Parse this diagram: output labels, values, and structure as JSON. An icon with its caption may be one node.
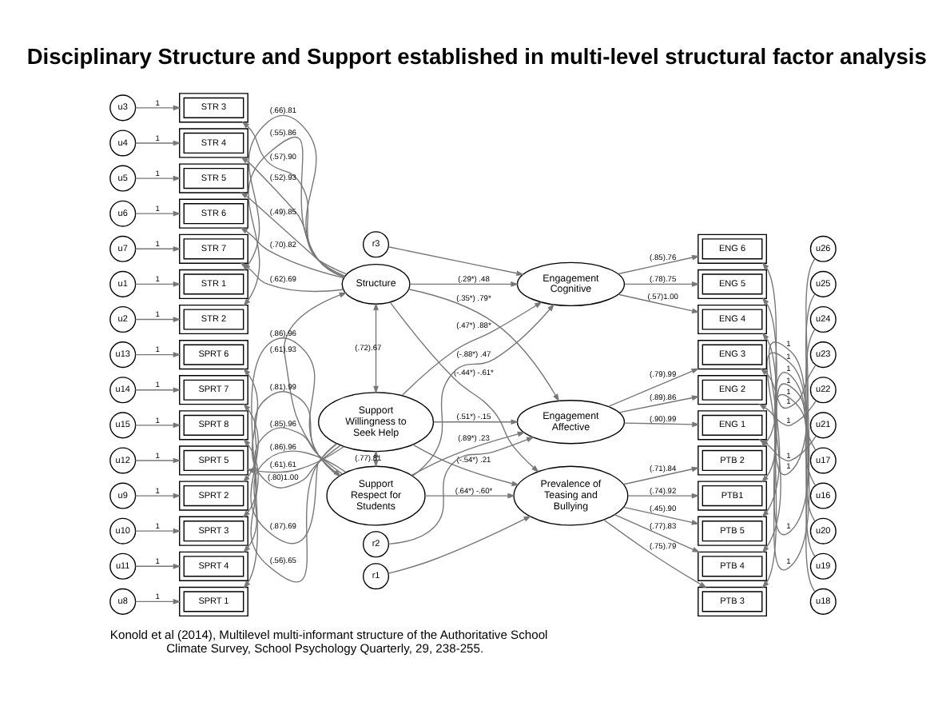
{
  "diagram": {
    "title": "Disciplinary Structure and Support established in multi-level structural factor analysis",
    "caption": "Konold et al (2014), Multilevel multi-informant structure of the Authoritative School Climate Survey, School Psychology Quarterly, 29, 238-255.",
    "nodes": [
      {
        "text": [
          "u1"
        ]
      },
      {
        "text": [
          "u2"
        ]
      },
      {
        "text": [
          "u3"
        ]
      },
      {
        "text": [
          "u4"
        ]
      },
      {
        "text": [
          "u5"
        ]
      },
      {
        "text": [
          "u6"
        ]
      },
      {
        "text": [
          "u7"
        ]
      },
      {
        "text": [
          "u8"
        ]
      },
      {
        "text": [
          "u9"
        ]
      },
      {
        "text": [
          "u10"
        ]
      },
      {
        "text": [
          "u11"
        ]
      },
      {
        "text": [
          "u12"
        ]
      },
      {
        "text": [
          "u13"
        ]
      },
      {
        "text": [
          "u14"
        ]
      },
      {
        "text": [
          "u15"
        ]
      },
      {
        "text": [
          "STR 1"
        ]
      },
      {
        "text": [
          "STR 2"
        ]
      },
      {
        "text": [
          "STR 3"
        ]
      },
      {
        "text": [
          "STR 4"
        ]
      },
      {
        "text": [
          "STR 5"
        ]
      },
      {
        "text": [
          "STR 6"
        ]
      },
      {
        "text": [
          "STR 7"
        ]
      },
      {
        "text": [
          "SPRT 1"
        ]
      },
      {
        "text": [
          "SPRT 2"
        ]
      },
      {
        "text": [
          "SPRT 3"
        ]
      },
      {
        "text": [
          "SPRT 4"
        ]
      },
      {
        "text": [
          "SPRT 5"
        ]
      },
      {
        "text": [
          "SPRT 6"
        ]
      },
      {
        "text": [
          "SPRT 7"
        ]
      },
      {
        "text": [
          "SPRT 8"
        ]
      },
      {
        "text": [
          "Structure"
        ]
      },
      {
        "text": [
          "Support Respect for Students"
        ]
      },
      {
        "text": [
          "Support Willingness to Seek Help"
        ]
      },
      {
        "text": [
          "r1"
        ]
      },
      {
        "text": [
          "Prevalence of Teasing and Bullying"
        ]
      },
      {
        "text": [
          "PTB1"
        ]
      },
      {
        "text": [
          "PTB 2"
        ]
      },
      {
        "text": [
          "PTB 3"
        ]
      },
      {
        "text": [
          "PTB 4"
        ]
      },
      {
        "text": [
          "PTB 5"
        ]
      },
      {
        "text": [
          "u16"
        ]
      },
      {
        "text": [
          "u17"
        ]
      },
      {
        "text": [
          "u18"
        ]
      },
      {
        "text": [
          "u19"
        ]
      },
      {
        "text": [
          "u20"
        ]
      },
      {
        "text": [
          "r2"
        ]
      },
      {
        "text": [
          "Engagement Affective"
        ]
      },
      {
        "text": [
          "ENG 1"
        ]
      },
      {
        "text": [
          "ENG 2"
        ]
      },
      {
        "text": [
          "ENG 3"
        ]
      },
      {
        "text": [
          "u21"
        ]
      },
      {
        "text": [
          "u22"
        ]
      },
      {
        "text": [
          "u23"
        ]
      },
      {
        "text": [
          "r3"
        ]
      },
      {
        "text": [
          "Engagement Cognitive"
        ]
      },
      {
        "text": [
          "ENG 4"
        ]
      },
      {
        "text": [
          "ENG 5"
        ]
      },
      {
        "text": [
          "ENG 6"
        ]
      },
      {
        "text": [
          "u24"
        ]
      },
      {
        "text": [
          "u25"
        ]
      },
      {
        "text": [
          "u26"
        ]
      }
    ],
    "edges": [
      {
        "from": 0,
        "to": 15,
        "arrow": "to",
        "label": "1"
      },
      {
        "from": 1,
        "to": 16,
        "arrow": "to",
        "label": "1"
      },
      {
        "from": 2,
        "to": 17,
        "arrow": "to",
        "label": "1"
      },
      {
        "from": 3,
        "to": 18,
        "arrow": "to",
        "label": "1"
      },
      {
        "from": 4,
        "to": 19,
        "arrow": "to",
        "label": "1"
      },
      {
        "from": 5,
        "to": 20,
        "arrow": "to",
        "label": "1"
      },
      {
        "from": 6,
        "to": 21,
        "arrow": "to",
        "label": "1"
      },
      {
        "from": 7,
        "to": 22,
        "arrow": "to",
        "label": "1"
      },
      {
        "from": 8,
        "to": 23,
        "arrow": "to",
        "label": "1"
      },
      {
        "from": 9,
        "to": 24,
        "arrow": "to",
        "label": "1"
      },
      {
        "from": 10,
        "to": 25,
        "arrow": "to",
        "label": "1"
      },
      {
        "from": 11,
        "to": 26,
        "arrow": "to",
        "label": "1"
      },
      {
        "from": 12,
        "to": 27,
        "arrow": "to",
        "label": "1"
      },
      {
        "from": 13,
        "to": 28,
        "arrow": "to",
        "label": "1"
      },
      {
        "from": 14,
        "to": 29,
        "arrow": "to",
        "label": "1"
      },
      {
        "from": 30,
        "to": 15,
        "arrow": "to",
        "label": "(.66).81"
      },
      {
        "from": 30,
        "to": 16,
        "arrow": "to",
        "label": "(.55).86"
      },
      {
        "from": 30,
        "to": 17,
        "arrow": "to",
        "label": "(.57).90"
      },
      {
        "from": 30,
        "to": 18,
        "arrow": "to",
        "label": "(.52).93"
      },
      {
        "from": 30,
        "to": 19,
        "arrow": "to",
        "label": "(.49).85"
      },
      {
        "from": 30,
        "to": 20,
        "arrow": "to",
        "label": "(.70).82"
      },
      {
        "from": 30,
        "to": 21,
        "arrow": "to",
        "label": "(.62).69"
      },
      {
        "from": 31,
        "to": 22,
        "arrow": "to",
        "label": "(.86).96"
      },
      {
        "from": 31,
        "to": 23,
        "arrow": "to",
        "label": "(.81).99"
      },
      {
        "from": 31,
        "to": 24,
        "arrow": "to",
        "label": "(.85).96"
      },
      {
        "from": 31,
        "to": 25,
        "arrow": "to",
        "label": "(.86).96"
      },
      {
        "from": 32,
        "to": 26,
        "arrow": "to",
        "label": "(.61).61"
      },
      {
        "from": 32,
        "to": 27,
        "arrow": "to",
        "label": "(.80)1.00"
      },
      {
        "from": 32,
        "to": 28,
        "arrow": "to",
        "label": "(.87).69"
      },
      {
        "from": 32,
        "to": 29,
        "arrow": "to",
        "label": "(.56).65"
      },
      {
        "from": 30,
        "to": 31,
        "arrow": "both",
        "label": "(.61).93"
      },
      {
        "from": 30,
        "to": 32,
        "arrow": "both",
        "label": "(.72).67"
      },
      {
        "from": 31,
        "to": 32,
        "arrow": "both",
        "label": "(.77).81"
      },
      {
        "from": 30,
        "to": 34,
        "arrow": "to",
        "label": "(-.44*) -.61*"
      },
      {
        "from": 30,
        "to": 46,
        "arrow": "to",
        "label": "(.35*) .79*"
      },
      {
        "from": 30,
        "to": 54,
        "arrow": "to",
        "label": "(.29*) .48"
      },
      {
        "from": 31,
        "to": 34,
        "arrow": "to",
        "label": "(.64*) -.60*"
      },
      {
        "from": 31,
        "to": 46,
        "arrow": "to",
        "label": "(.89*) .23"
      },
      {
        "from": 31,
        "to": 54,
        "arrow": "to",
        "label": "(-.88*) .47"
      },
      {
        "from": 32,
        "to": 34,
        "arrow": "to",
        "label": "(-.54*) .21"
      },
      {
        "from": 32,
        "to": 46,
        "arrow": "to",
        "label": "(.51*) -.15"
      },
      {
        "from": 32,
        "to": 54,
        "arrow": "to",
        "label": "(.47*) .88*"
      },
      {
        "from": 33,
        "to": 34,
        "arrow": "to"
      },
      {
        "from": 34,
        "to": 35,
        "arrow": "to",
        "label": "(.74).92"
      },
      {
        "from": 34,
        "to": 36,
        "arrow": "to",
        "label": "(.71).84"
      },
      {
        "from": 34,
        "to": 37,
        "arrow": "to",
        "label": "(.75).79"
      },
      {
        "from": 34,
        "to": 38,
        "arrow": "to",
        "label": "(.77).83"
      },
      {
        "from": 34,
        "to": 39,
        "arrow": "to",
        "label": "(.45).90"
      },
      {
        "from": 40,
        "to": 35,
        "arrow": "to",
        "label": "1"
      },
      {
        "from": 41,
        "to": 36,
        "arrow": "to",
        "label": "1"
      },
      {
        "from": 42,
        "to": 37,
        "arrow": "to",
        "label": "1"
      },
      {
        "from": 43,
        "to": 38,
        "arrow": "to",
        "label": "1"
      },
      {
        "from": 44,
        "to": 39,
        "arrow": "to",
        "label": "1"
      },
      {
        "from": 45,
        "to": 46,
        "arrow": "to"
      },
      {
        "from": 46,
        "to": 47,
        "arrow": "to",
        "label": "(.90).99"
      },
      {
        "from": 46,
        "to": 48,
        "arrow": "to",
        "label": "(.89).86"
      },
      {
        "from": 46,
        "to": 49,
        "arrow": "to",
        "label": "(.79).99"
      },
      {
        "from": 50,
        "to": 47,
        "arrow": "to",
        "label": "1"
      },
      {
        "from": 51,
        "to": 48,
        "arrow": "to",
        "label": "1"
      },
      {
        "from": 52,
        "to": 49,
        "arrow": "to",
        "label": "1"
      },
      {
        "from": 53,
        "to": 54,
        "arrow": "to"
      },
      {
        "from": 54,
        "to": 55,
        "arrow": "to",
        "label": "(.57)1.00"
      },
      {
        "from": 54,
        "to": 56,
        "arrow": "to",
        "label": "(.78).75"
      },
      {
        "from": 54,
        "to": 57,
        "arrow": "to",
        "label": "(.85).76"
      },
      {
        "from": 58,
        "to": 55,
        "arrow": "to",
        "label": "1"
      },
      {
        "from": 59,
        "to": 56,
        "arrow": "to",
        "label": "1"
      },
      {
        "from": 60,
        "to": 57,
        "arrow": "to",
        "label": "1"
      }
    ]
  }
}
